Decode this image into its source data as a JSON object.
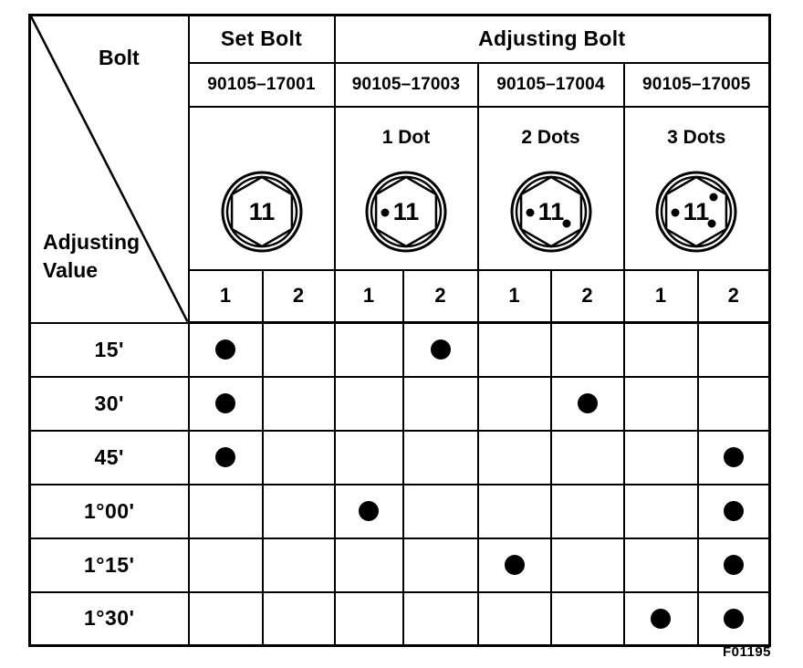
{
  "figure_code": "F01195",
  "bolt_stamp": "11",
  "corner": {
    "top_label": "Bolt",
    "bottom_label": "Adjusting Value"
  },
  "top_headers": {
    "set_bolt": "Set Bolt",
    "adjusting_bolt": "Adjusting Bolt"
  },
  "groups": [
    {
      "part_number": "90105–17001",
      "dot_label": "",
      "dots": 0
    },
    {
      "part_number": "90105–17003",
      "dot_label": "1 Dot",
      "dots": 1
    },
    {
      "part_number": "90105–17004",
      "dot_label": "2 Dots",
      "dots": 2
    },
    {
      "part_number": "90105–17005",
      "dot_label": "3 Dots",
      "dots": 3
    }
  ],
  "subcols": [
    "1",
    "2",
    "1",
    "2",
    "1",
    "2",
    "1",
    "2"
  ],
  "rows": [
    {
      "label": "15'",
      "marks": [
        1,
        0,
        0,
        1,
        0,
        0,
        0,
        0
      ]
    },
    {
      "label": "30'",
      "marks": [
        1,
        0,
        0,
        0,
        0,
        1,
        0,
        0
      ]
    },
    {
      "label": "45'",
      "marks": [
        1,
        0,
        0,
        0,
        0,
        0,
        0,
        1
      ]
    },
    {
      "label": "1°00'",
      "marks": [
        0,
        0,
        1,
        0,
        0,
        0,
        0,
        1
      ]
    },
    {
      "label": "1°15'",
      "marks": [
        0,
        0,
        0,
        0,
        1,
        0,
        0,
        1
      ]
    },
    {
      "label": "1°30'",
      "marks": [
        0,
        0,
        0,
        0,
        0,
        0,
        1,
        1
      ]
    }
  ]
}
